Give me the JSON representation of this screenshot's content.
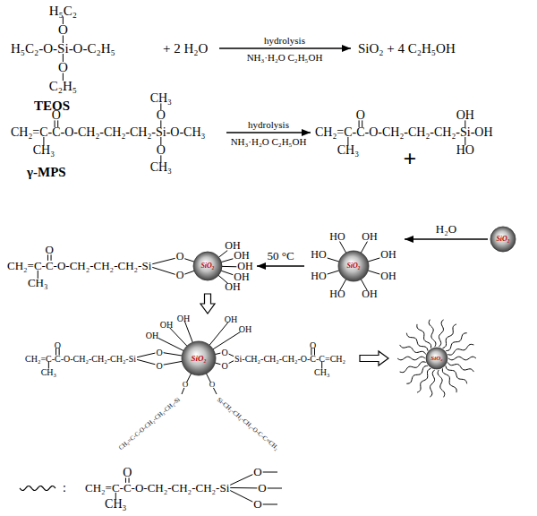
{
  "diagram": {
    "nodes": [
      {
        "text": [
          "SiO₂"
        ]
      },
      {
        "text": [
          "SiO₂"
        ]
      },
      {
        "text": [
          "SiO₂"
        ]
      },
      {
        "text": [
          "SiO₂"
        ]
      },
      {
        "text": [
          "SiO₂"
        ]
      }
    ],
    "edges": [
      {
        "from": 2,
        "to": 1,
        "label": "H₂O",
        "arrow": "to"
      },
      {
        "from": 1,
        "to": 0,
        "label": "50 °C",
        "arrow": "to"
      },
      {
        "from": 0,
        "to": 3,
        "arrow": "to"
      },
      {
        "from": 3,
        "to": 4,
        "arrow": "to"
      }
    ],
    "labels": [
      "H₅C₂",
      "O",
      "H₅C₂-O-Si-O-C₂H₅",
      "O",
      "C₂H₅",
      "TEOS",
      "+ 2 H₂O",
      "hydrolysis",
      "NH₃·H₂O C₂H₅OH",
      "SiO₂ + 4 C₂H₅OH",
      "CH₃",
      "O",
      "CH₂=C-C-O-CH₂-CH₂-CH₂-Si-O-CH₃",
      "O",
      "CH₃",
      "O",
      "CH₃",
      "γ-MPS",
      "hydrolysis",
      "NH₃·H₂O C₂H₅OH",
      "O",
      "OH",
      "CH₂=C-C-O-CH₂-CH₂-CH₂-Si-OH",
      "CH₃",
      "HO",
      "+",
      "CH₂=C-C-O-CH₂-CH₂-CH₂-Si",
      "O",
      "CH₃",
      "O",
      "O",
      "OH",
      "OH",
      "OH",
      "OH",
      "OH",
      "HO",
      "OH",
      "HO",
      "OH",
      "HO",
      "OH",
      "HO",
      "OH",
      "CH₂=C-C-O-CH₂-CH₂-CH₂-Si",
      "O",
      "CH₃",
      "O",
      "O",
      "Si-CH₂-CH₂-CH₂-O-C-C=CH₂",
      "O",
      "CH₃",
      "O",
      "O",
      "OH",
      "OH",
      "OH",
      "OH",
      "OH",
      "O",
      "O",
      "CH₂=C-C-O-CH₂-CH₂-CH₂-Si",
      "Si-CH₂-CH₂-CH₂-O-C-C=CH₂",
      ":",
      "O",
      "CH₃",
      "O",
      "O",
      "O"
    ],
    "legend": [
      {
        "text": "CH₂=C-C-O-CH₂-CH₂-CH₂-Si"
      }
    ]
  }
}
